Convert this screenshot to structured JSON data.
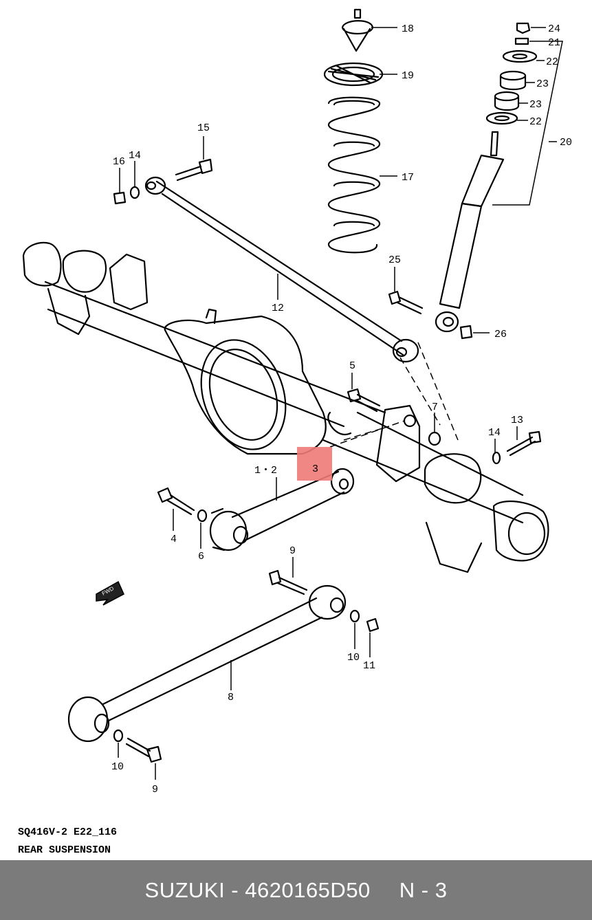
{
  "diagram": {
    "callouts": [
      {
        "id": "c18",
        "text": "18"
      },
      {
        "id": "c19",
        "text": "19"
      },
      {
        "id": "c17",
        "text": "17"
      },
      {
        "id": "c24",
        "text": "24"
      },
      {
        "id": "c21",
        "text": "21"
      },
      {
        "id": "c22a",
        "text": "22"
      },
      {
        "id": "c23a",
        "text": "23"
      },
      {
        "id": "c23b",
        "text": "23"
      },
      {
        "id": "c22b",
        "text": "22"
      },
      {
        "id": "c20",
        "text": "20"
      },
      {
        "id": "c15",
        "text": "15"
      },
      {
        "id": "c16",
        "text": "16"
      },
      {
        "id": "c14a",
        "text": "14"
      },
      {
        "id": "c12",
        "text": "12"
      },
      {
        "id": "c25",
        "text": "25"
      },
      {
        "id": "c26",
        "text": "26"
      },
      {
        "id": "c5",
        "text": "5"
      },
      {
        "id": "c7",
        "text": "7"
      },
      {
        "id": "c13",
        "text": "13"
      },
      {
        "id": "c14b",
        "text": "14"
      },
      {
        "id": "c1-2",
        "text": "1・2"
      },
      {
        "id": "c3",
        "text": "3"
      },
      {
        "id": "c4",
        "text": "4"
      },
      {
        "id": "c6",
        "text": "6"
      },
      {
        "id": "c9a",
        "text": "9"
      },
      {
        "id": "c8",
        "text": "8"
      },
      {
        "id": "c10a",
        "text": "10"
      },
      {
        "id": "c11",
        "text": "11"
      },
      {
        "id": "c10b",
        "text": "10"
      },
      {
        "id": "c9b",
        "text": "9"
      }
    ],
    "front_arrow_label": "FWD",
    "highlight_color": "#f07a78"
  },
  "caption": {
    "code": "SQ416V-2 E22_116",
    "title": "REAR SUSPENSION"
  },
  "footer": {
    "part": "SUZUKI - 4620165D50",
    "page": "N - 3",
    "background": "#7b7b7b"
  }
}
